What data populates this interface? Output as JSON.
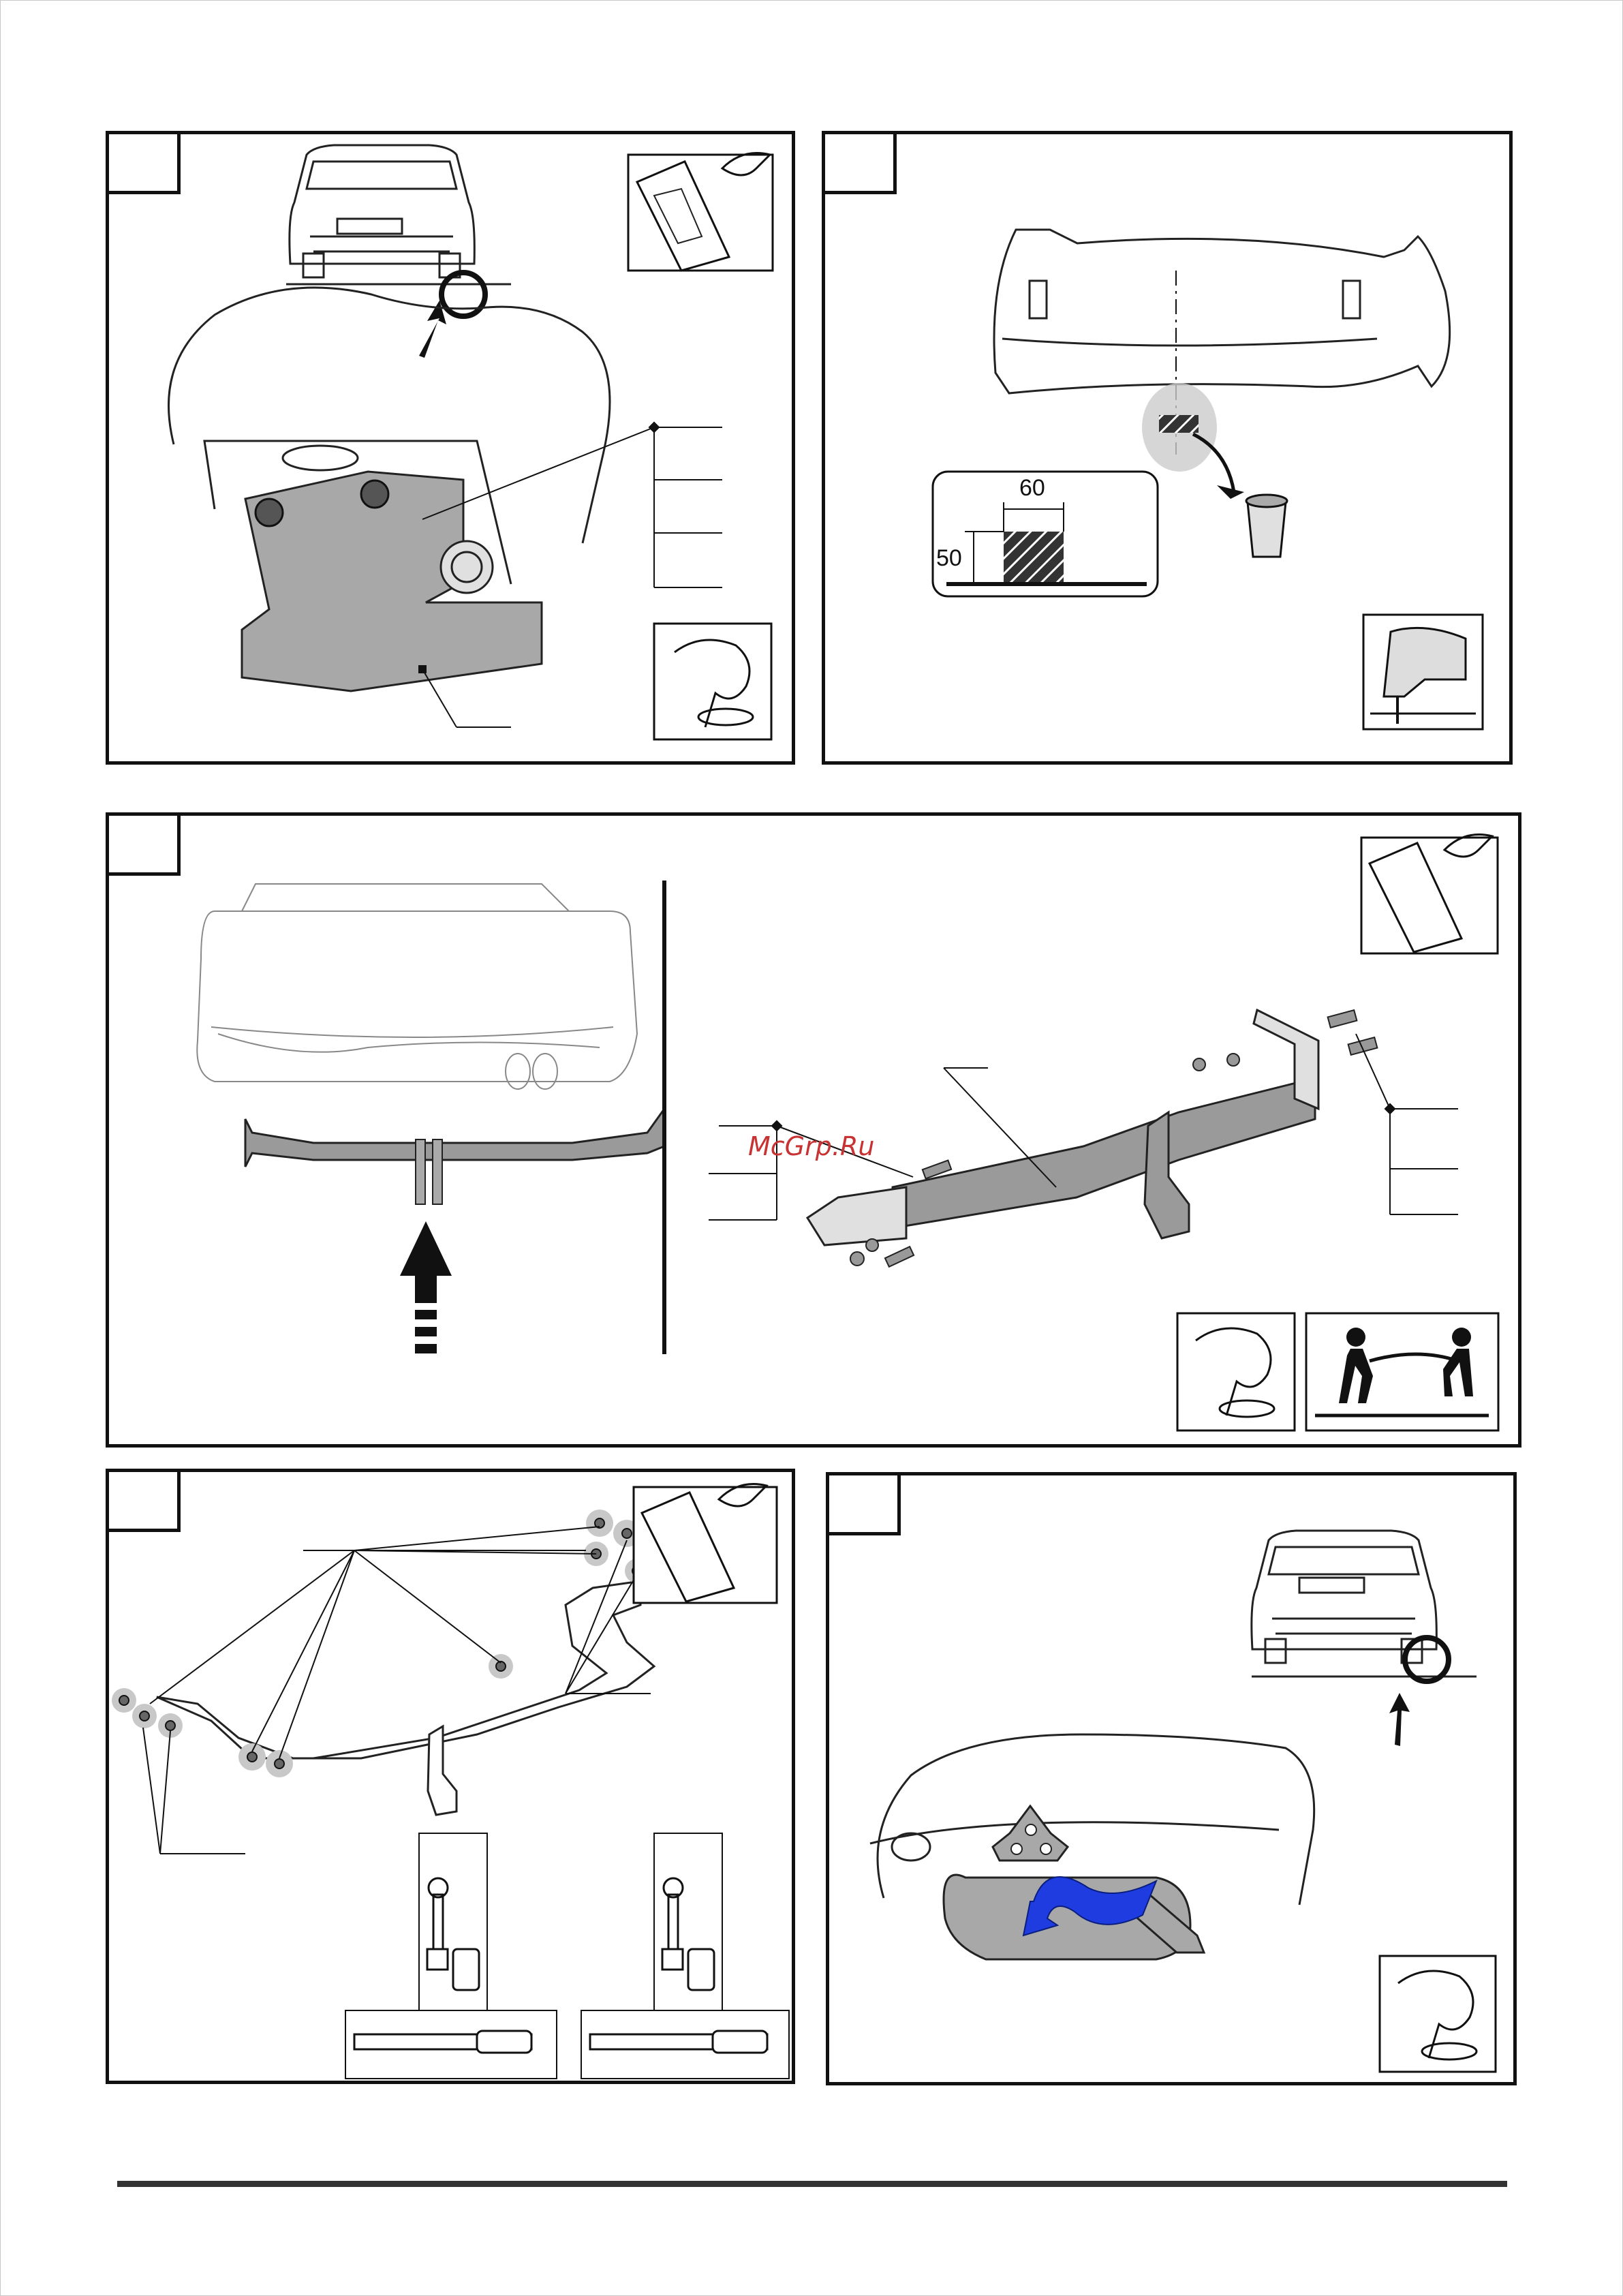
{
  "steps": [
    {
      "id": "1",
      "number": ""
    },
    {
      "id": "2",
      "number": ""
    },
    {
      "id": "3",
      "number": ""
    },
    {
      "id": "4",
      "number": ""
    },
    {
      "id": "5",
      "number": ""
    }
  ],
  "step2": {
    "cutout_width": "60",
    "cutout_height": "50"
  },
  "watermark": "McGrp.Ru",
  "icons": [
    "car-lift-icon",
    "hand-tighten-icon",
    "jigsaw-icon",
    "two-person-lift-icon",
    "torque-wrench-icon",
    "trash-bin-icon",
    "push-arrow-icon"
  ],
  "colors": {
    "part_gray": "#a8a8a8",
    "highlight_gray": "#c8c8c8",
    "arrow_blue": "#1e3ce0",
    "line": "#111111"
  }
}
